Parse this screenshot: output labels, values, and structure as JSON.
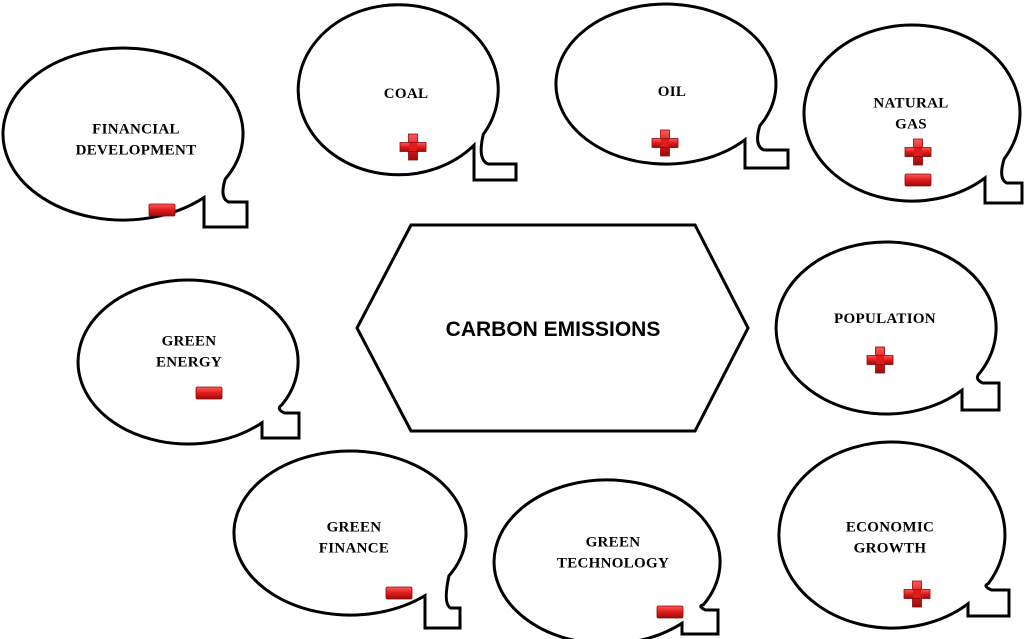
{
  "center": {
    "label": "CARBON EMISSIONS"
  },
  "colors": {
    "sign": "#e01b1b",
    "sign_dark": "#9a0c0c",
    "stroke": "#000000"
  },
  "factors": [
    {
      "id": "financial-development",
      "lines": [
        "FINANCIAL",
        "DEVELOPMENT"
      ],
      "signs": [
        "minus"
      ]
    },
    {
      "id": "coal",
      "lines": [
        "COAL"
      ],
      "signs": [
        "plus"
      ]
    },
    {
      "id": "oil",
      "lines": [
        "OIL"
      ],
      "signs": [
        "plus"
      ]
    },
    {
      "id": "natural-gas",
      "lines": [
        "NATURAL",
        "GAS"
      ],
      "signs": [
        "plus",
        "minus"
      ]
    },
    {
      "id": "green-energy",
      "lines": [
        "GREEN",
        "ENERGY"
      ],
      "signs": [
        "minus"
      ]
    },
    {
      "id": "population",
      "lines": [
        "POPULATION"
      ],
      "signs": [
        "plus"
      ]
    },
    {
      "id": "green-finance",
      "lines": [
        "GREEN",
        "FINANCE"
      ],
      "signs": [
        "minus"
      ]
    },
    {
      "id": "green-technology",
      "lines": [
        "GREEN",
        "TECHNOLOGY"
      ],
      "signs": [
        "minus"
      ]
    },
    {
      "id": "economic-growth",
      "lines": [
        "ECONOMIC",
        "GROWTH"
      ],
      "signs": [
        "plus"
      ]
    }
  ]
}
